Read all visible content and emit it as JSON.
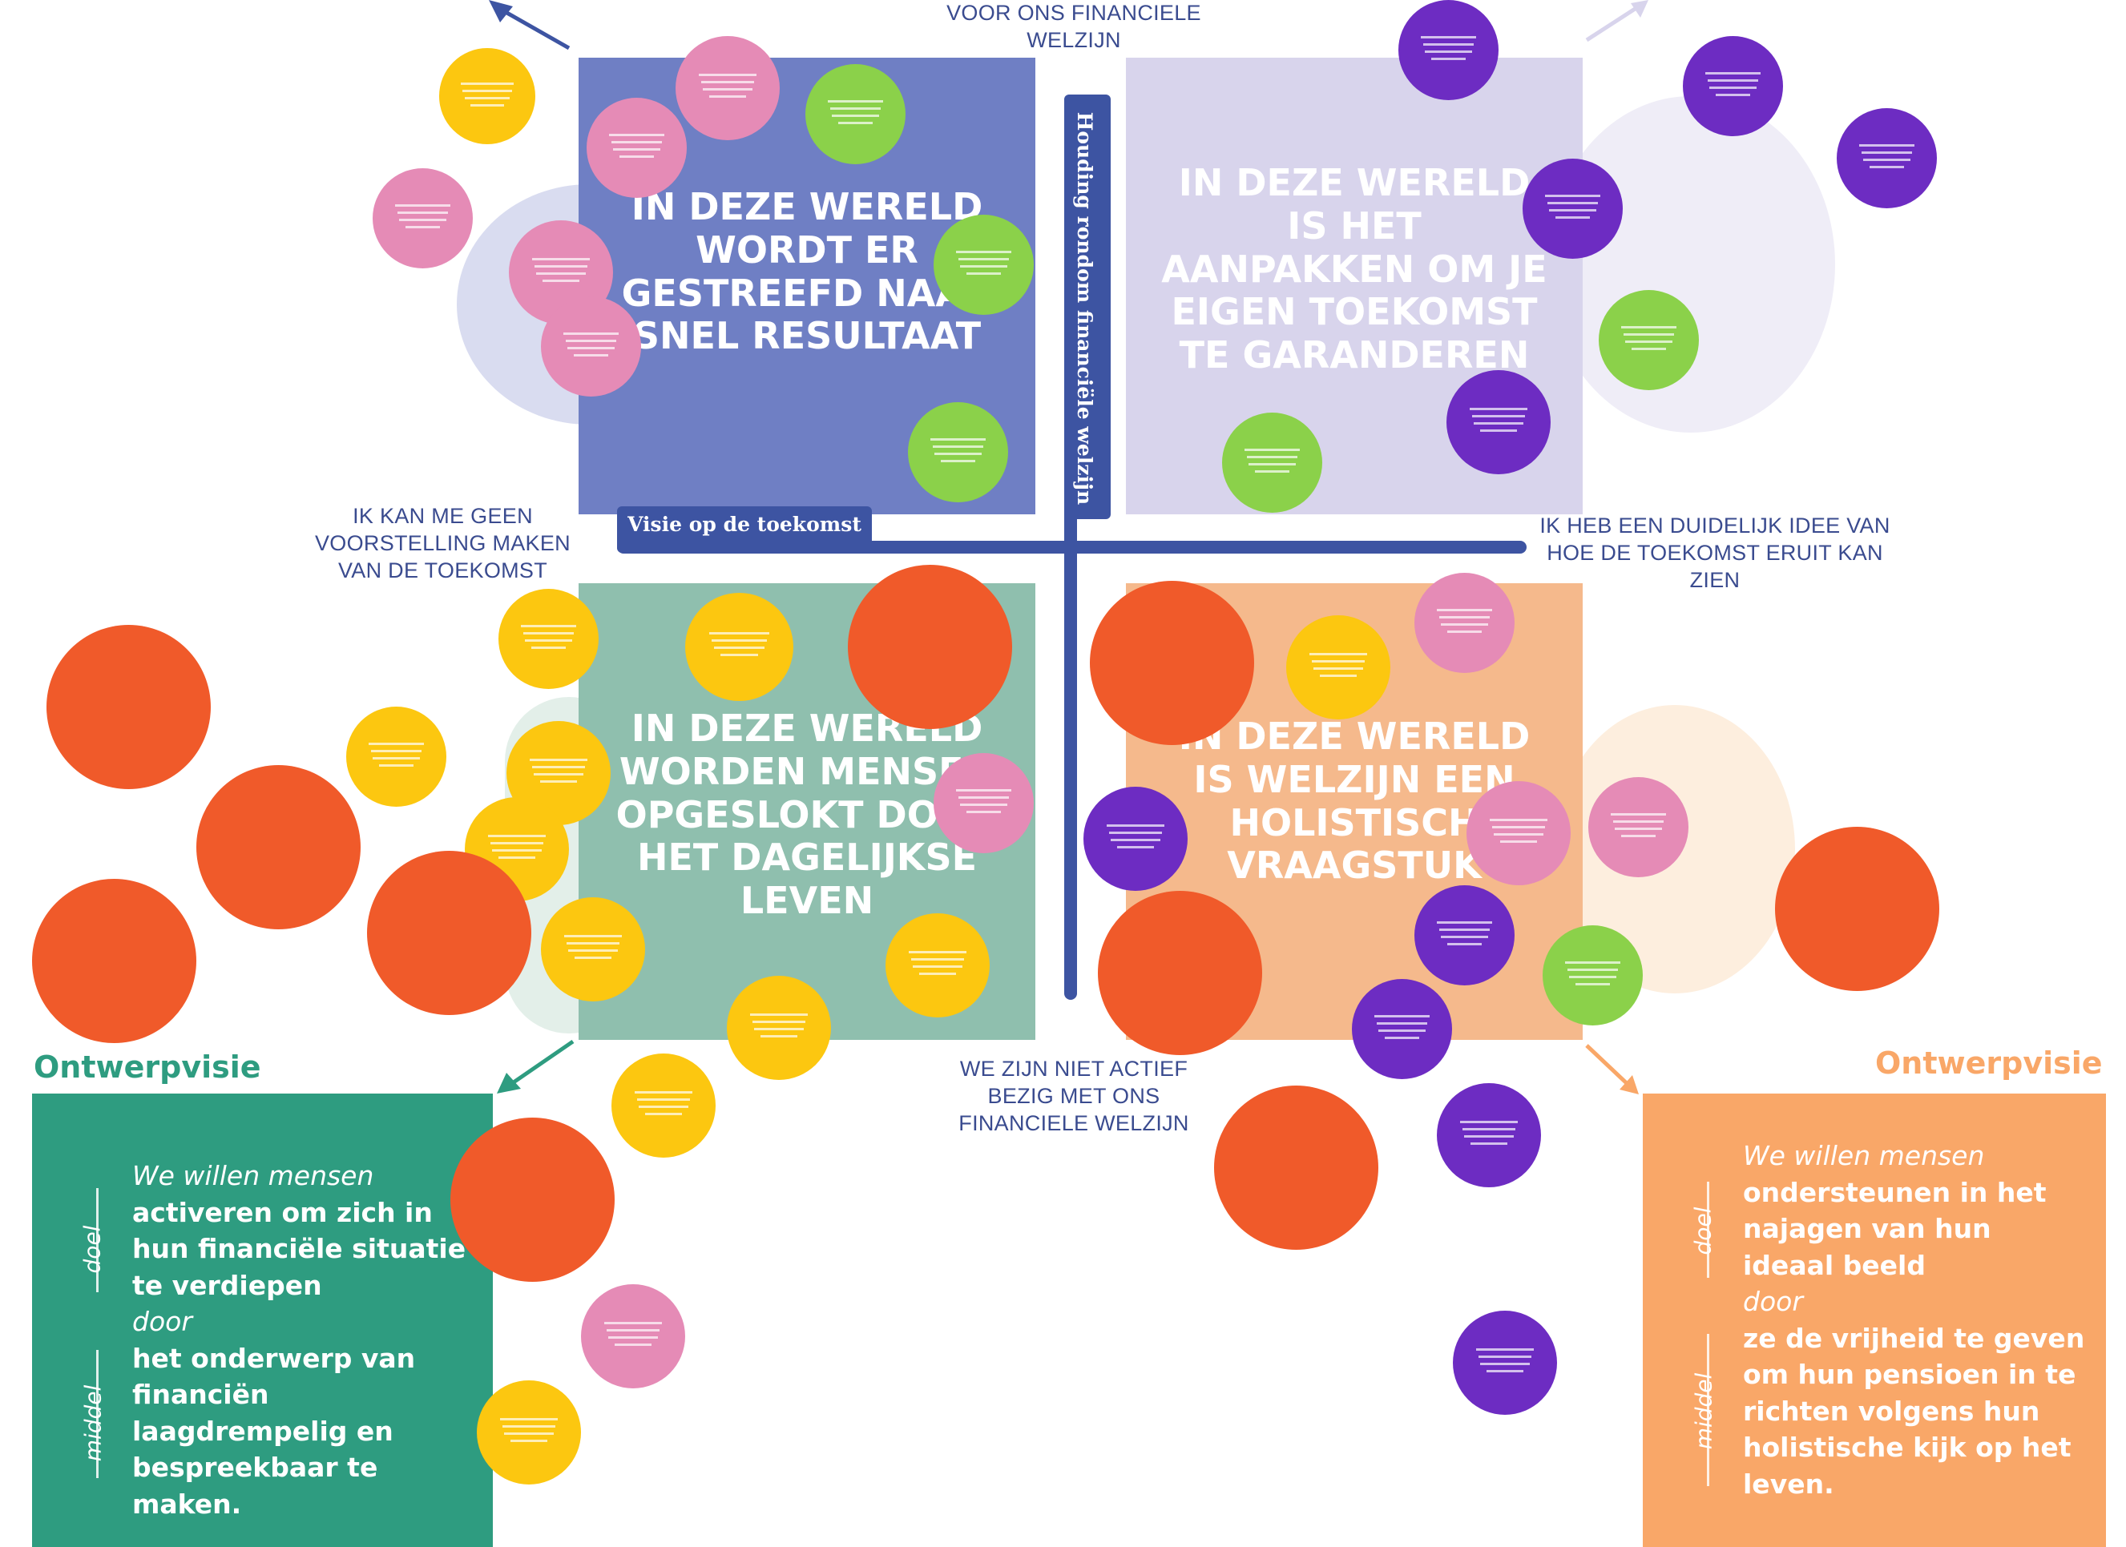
{
  "axes": {
    "top_label": "VOOR ONS FINANCIELE WELZIJN",
    "left_label": "IK KAN ME GEEN VOORSTELLING MAKEN VAN DE TOEKOMST",
    "right_label": "IK HEB EEN DUIDELIJK IDEE VAN HOE DE TOEKOMST ERUIT KAN ZIEN",
    "bottom_label": "WE ZIJN NIET ACTIEF BEZIG MET ONS FINANCIELE WELZIJN",
    "vertical_axis_title": "Houding rondom financiële welzijn",
    "horizontal_axis_title": "Visie op de toekomst"
  },
  "quadrants": {
    "top_left": "IN DEZE WERELD WORDT ER GESTREEFD NAAR SNEL RESULTAAT",
    "top_right": "IN DEZE WERELD IS HET AANPAKKEN OM JE EIGEN TOEKOMST TE GARANDEREN",
    "bottom_left": "IN DEZE WERELD WORDEN MENSEN OPGESLOKT DOOR HET DAGELIJKSE LEVEN",
    "bottom_right": "IN DEZE WERELD IS WELZIJN EEN HOLISTISCH VRAAGSTUK"
  },
  "vision_left": {
    "heading": "Ontwerpvisie",
    "intro": "We willen mensen",
    "goal": "activeren om zich in hun financiële situatie te verdiepen",
    "connector": "door",
    "means": "het onderwerp van financiën laagdrempelig en bespreekbaar te maken.",
    "goal_tag": "doel",
    "means_tag": "middel"
  },
  "vision_right": {
    "heading": "Ontwerpvisie",
    "intro": "We willen mensen",
    "goal": "ondersteunen in het najagen van hun ideaal beeld",
    "connector": "door",
    "means": "ze de vrijheid te geven om hun pensioen in te richten volgens hun holistische kijk op het leven.",
    "goal_tag": "doel",
    "means_tag": "middel"
  },
  "colors": {
    "axis": "#3d54a2",
    "quad_top_left": "#6f7fc4",
    "quad_top_right": "#d8d4ec",
    "quad_bottom_left": "#8fbfae",
    "quad_bottom_right": "#f5b98c",
    "vision_left": "#2e9c80",
    "vision_right": "#f9a768",
    "dot_red": "#f05a2a",
    "note_yellow": "#fcc710",
    "note_pink": "#e58bb6",
    "note_green": "#8bd14a",
    "note_purple": "#6d2cc2"
  }
}
